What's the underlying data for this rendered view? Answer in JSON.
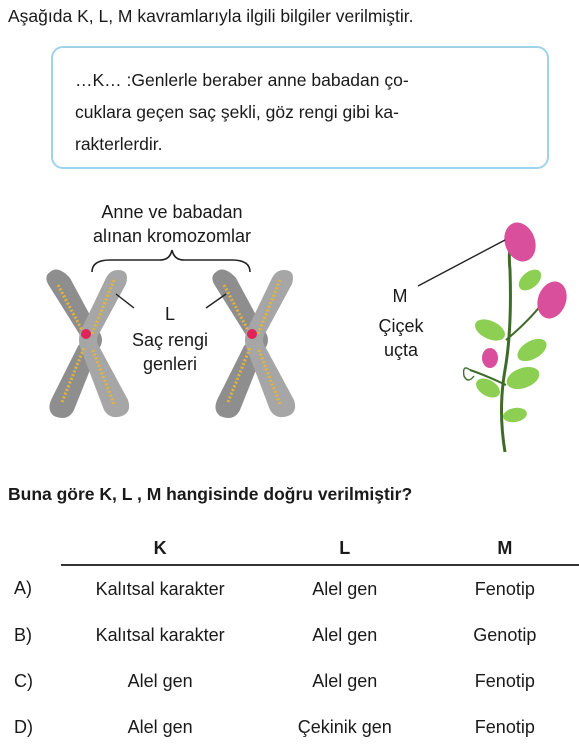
{
  "intro": "Aşağıda K, L, M kavramlarıyla ilgili bilgiler verilmiştir.",
  "box": {
    "line1": "…K… :Genlerle beraber anne babadan ço-",
    "line2": "cuklara geçen saç şekli, göz rengi gibi ka-",
    "line3": "rakterlerdir."
  },
  "figure": {
    "chromosome_caption_line1": "Anne ve babadan",
    "chromosome_caption_line2": "alınan kromozomlar",
    "l_letter": "L",
    "l_label_line1": "Saç rengi",
    "l_label_line2": "genleri",
    "m_letter": "M",
    "m_label_line1": "Çiçek",
    "m_label_line2": "uçta",
    "colors": {
      "chromosome": "#8a8a8a",
      "gene_band": "#e2b43a",
      "gene_spot": "#e0245a",
      "flower": "#d94f9b",
      "leaf": "#8ccf52",
      "stem": "#3f6b2a"
    }
  },
  "question": "Buna göre K, L , M hangisinde doğru verilmiştir?",
  "table": {
    "headers": [
      "",
      "K",
      "L",
      "M"
    ],
    "rows": [
      {
        "option": "A)",
        "k": "Kalıtsal karakter",
        "l": "Alel gen",
        "m": "Fenotip"
      },
      {
        "option": "B)",
        "k": "Kalıtsal karakter",
        "l": "Alel gen",
        "m": "Genotip"
      },
      {
        "option": "C)",
        "k": "Alel gen",
        "l": "Alel gen",
        "m": "Fenotip"
      },
      {
        "option": "D)",
        "k": "Alel gen",
        "l": "Çekinik gen",
        "m": "Fenotip"
      }
    ]
  }
}
